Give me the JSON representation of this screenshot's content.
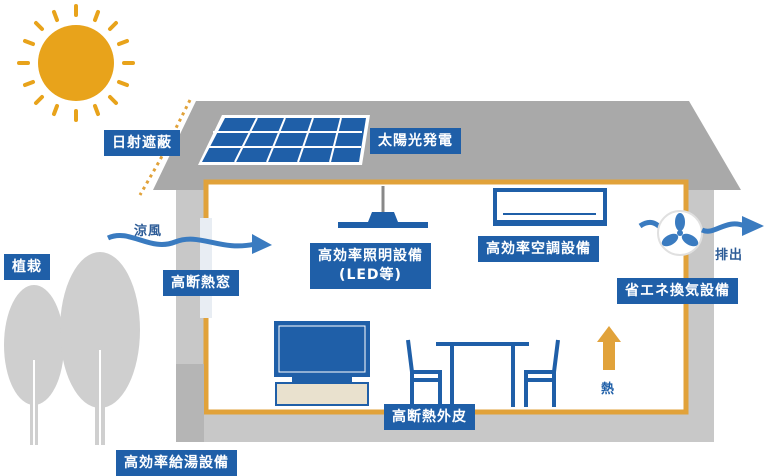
{
  "labels": {
    "shading": "日射遮蔽",
    "solar": "太陽光発電",
    "breeze": "涼風",
    "window": "高断熱窓",
    "planting": "植栽",
    "lighting_line1": "高効率照明設備",
    "lighting_line2": "(LED等)",
    "aircon": "高効率空調設備",
    "exhaust": "排出",
    "ventilation": "省エネ換気設備",
    "heat": "熱",
    "envelope": "高断熱外皮",
    "water_heater": "高効率給湯設備"
  },
  "colors": {
    "label_bg": "#1f5fa8",
    "arrow_blue": "#3a7bc0",
    "sun": "#e8a31b",
    "insulation": "#e1a23a",
    "house_wall": "#c8c8c8",
    "roof": "#a9a9a9",
    "tree": "#cfcfcf"
  }
}
